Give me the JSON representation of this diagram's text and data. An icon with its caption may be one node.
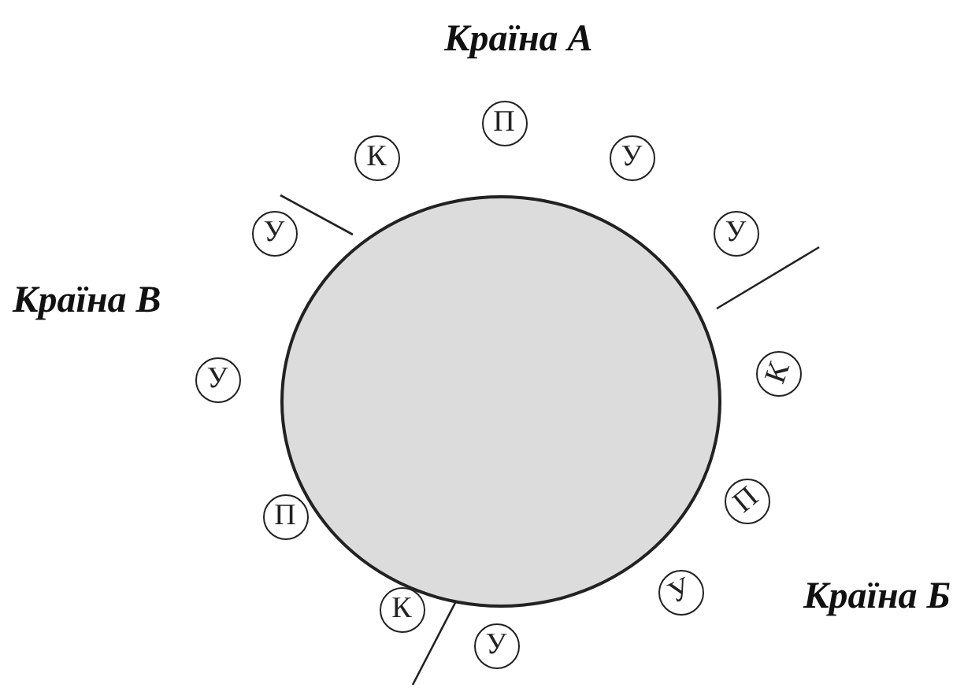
{
  "diagram": {
    "nodes": [
      {
        "text": [],
        "shape": "circle"
      },
      {
        "text": [
          "П"
        ]
      },
      {
        "text": [
          "У"
        ]
      },
      {
        "text": [
          "У"
        ]
      },
      {
        "text": [
          "К"
        ]
      },
      {
        "text": [
          "П"
        ]
      },
      {
        "text": [
          "У"
        ]
      },
      {
        "text": [
          "У"
        ]
      },
      {
        "text": [
          "К"
        ]
      },
      {
        "text": [
          "П"
        ]
      },
      {
        "text": [
          "У"
        ]
      },
      {
        "text": [
          "У"
        ]
      },
      {
        "text": [
          "К"
        ]
      }
    ],
    "edges": [],
    "labels": [
      "Країна А",
      "Країна В",
      "Країна Б"
    ]
  }
}
